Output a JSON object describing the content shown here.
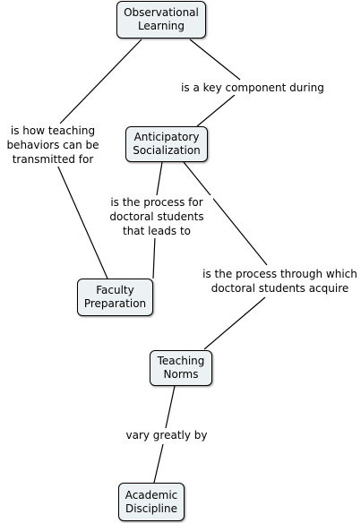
{
  "concept_map": {
    "nodes": {
      "observational_learning": "Observational\nLearning",
      "anticipatory_socialization": "Anticipatory\nSocialization",
      "faculty_preparation": "Faculty\nPreparation",
      "teaching_norms": "Teaching\nNorms",
      "academic_discipline": "Academic\nDiscipline"
    },
    "links": {
      "key_component": "is a key component during",
      "teaching_behaviors": "is how teaching\nbehaviors can be\ntransmitted for",
      "process_leads_to": "is the process for\ndoctoral students\nthat leads to",
      "process_acquire": "is the process through which\ndoctoral students acquire",
      "vary_greatly": "vary greatly by"
    }
  }
}
